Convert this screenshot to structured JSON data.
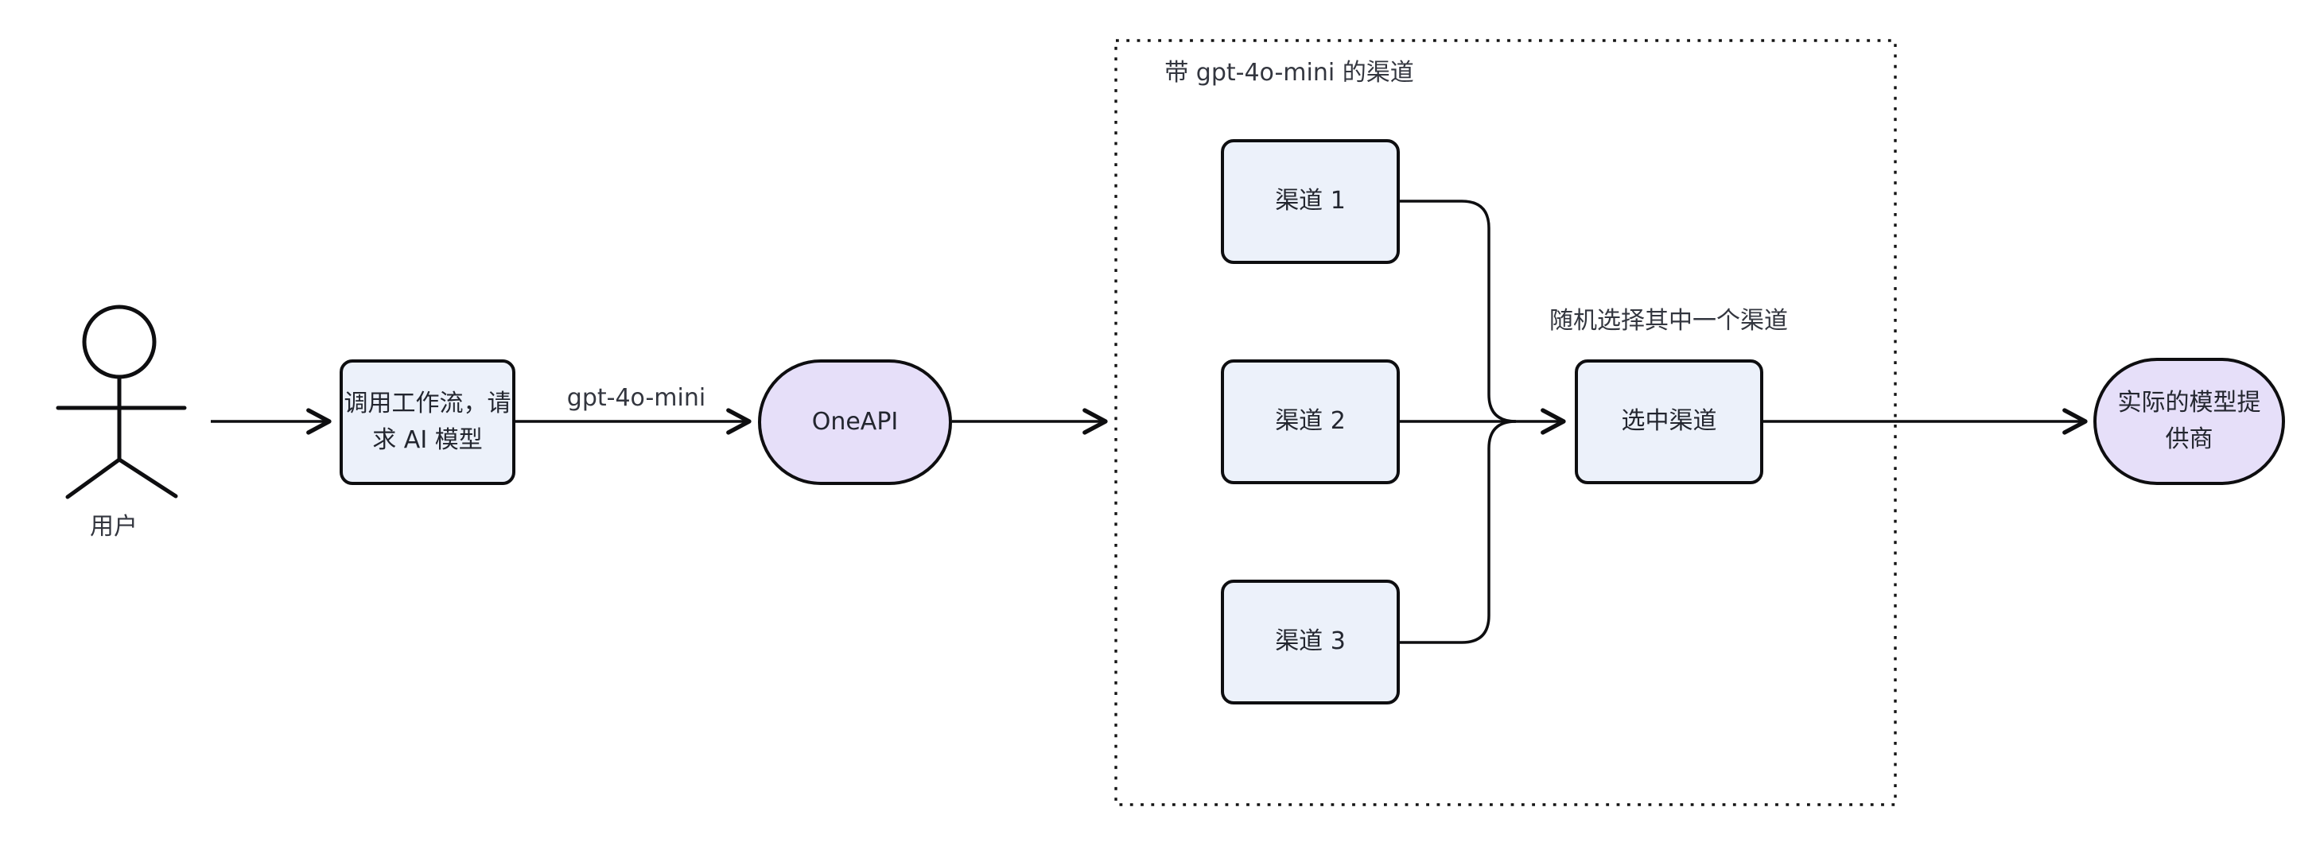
{
  "colors": {
    "background": "#ffffff",
    "stroke": "#0e0e10",
    "node_fill_blue": "#ecf1fa",
    "node_fill_purple": "#e6dff9",
    "text": "#23262f"
  },
  "actor": {
    "label": "用户"
  },
  "nodes": {
    "workflow": {
      "label": "调用工作流，请求 AI 模型"
    },
    "oneapi": {
      "label": "OneAPI"
    },
    "channel1": {
      "label": "渠道 1"
    },
    "channel2": {
      "label": "渠道 2"
    },
    "channel3": {
      "label": "渠道 3"
    },
    "selected_channel": {
      "label": "选中渠道"
    },
    "provider": {
      "label": "实际的模型提供商"
    }
  },
  "subgraph": {
    "title": "带 gpt-4o-mini 的渠道"
  },
  "edge_labels": {
    "model_name": "gpt-4o-mini",
    "random_select": "随机选择其中一个渠道"
  }
}
